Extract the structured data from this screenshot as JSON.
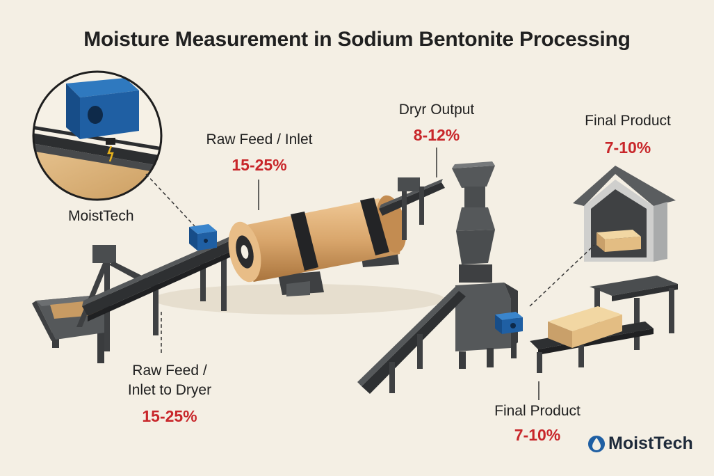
{
  "title": "Moisture Measurement in Sodium Bentonite Processing",
  "callouts": {
    "sensor_label": "MoistTech",
    "raw_feed_top": {
      "label": "Raw Feed / Inlet",
      "value": "15-25%"
    },
    "dryer_output": {
      "label": "Dryr Output",
      "value": "8-12%"
    },
    "final_top": {
      "label": "Final Product",
      "value": "7-10%"
    },
    "raw_feed_bottom": {
      "label_line1": "Raw Feed /",
      "label_line2": "Inlet to Dryer",
      "value": "15-25%"
    },
    "final_bottom": {
      "label": "Final Product",
      "value": "7-10%"
    }
  },
  "brand": {
    "name": "MoistTech",
    "icon": "water-drop-logo-icon"
  },
  "colors": {
    "accent_red": "#c8262a",
    "sensor_blue": "#1f5fa3",
    "drum_tan": "#d9a66c",
    "steel": "#3f4143",
    "background": "#f4efe4"
  }
}
